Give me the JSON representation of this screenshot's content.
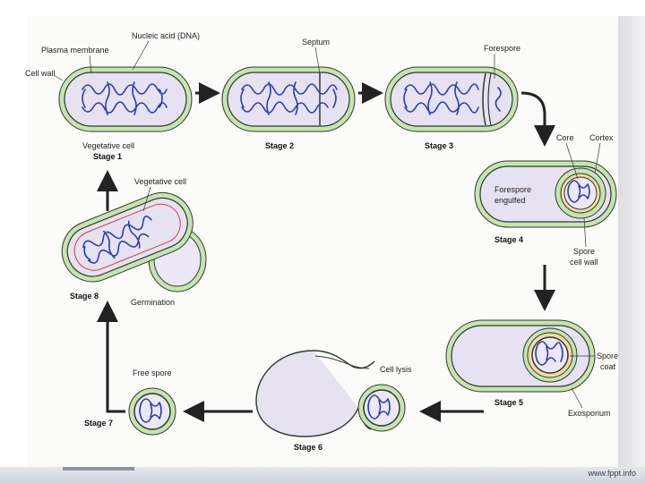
{
  "labels": {
    "nucleic_acid": "Nucleic acid (DNA)",
    "plasma_membrane": "Plasma membrane",
    "cell_wall": "Cell wall",
    "vegetative_cell_1": "Vegetative cell",
    "stage1": "Stage 1",
    "septum": "Septum",
    "stage2": "Stage 2",
    "forespore": "Forespore",
    "stage3": "Stage 3",
    "core": "Core",
    "cortex": "Cortex",
    "forespore_engulfed_1": "Forespore",
    "forespore_engulfed_2": "engulfed",
    "stage4": "Stage 4",
    "spore_cell_wall_1": "Spore",
    "spore_cell_wall_2": "cell wall",
    "spore_coat_1": "Spore",
    "spore_coat_2": "coat",
    "stage5": "Stage 5",
    "exosporium": "Exosporium",
    "cell_lysis": "Cell lysis",
    "stage6": "Stage 6",
    "free_spore": "Free spore",
    "stage7": "Stage 7",
    "vegetative_cell_8": "Vegetative cell",
    "stage8": "Stage 8",
    "germination": "Germination"
  },
  "footer": {
    "watermark": "www.fppt.info"
  },
  "colors": {
    "cytoplasm": "#e6e2f2",
    "wall": "#c7e3b0",
    "dna": "#2a3db8"
  }
}
